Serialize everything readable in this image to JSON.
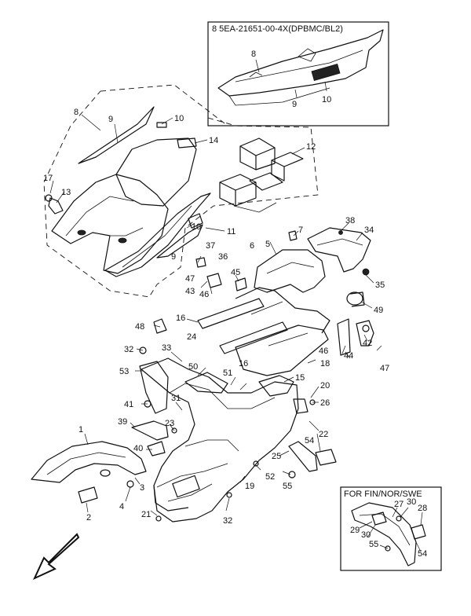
{
  "inset_top": {
    "title": "8 5EA-21651-00-4X(DPBMC/BL2)",
    "callouts": [
      "8",
      "9",
      "10"
    ]
  },
  "inset_bottom": {
    "title": "FOR FIN/NOR/SWE",
    "callouts": [
      "27",
      "30",
      "28",
      "29",
      "30",
      "55",
      "54"
    ]
  },
  "callouts": [
    "8",
    "9",
    "10",
    "14",
    "12",
    "17",
    "13",
    "11",
    "10",
    "9",
    "37",
    "36",
    "47",
    "43",
    "46",
    "6",
    "7",
    "38",
    "5",
    "34",
    "45",
    "35",
    "49",
    "48",
    "16",
    "24",
    "32",
    "33",
    "16",
    "50",
    "51",
    "46",
    "18",
    "44",
    "42",
    "47",
    "53",
    "15",
    "20",
    "41",
    "31",
    "26",
    "39",
    "23",
    "54",
    "22",
    "40",
    "1",
    "3",
    "25",
    "4",
    "52",
    "55",
    "19",
    "2",
    "21",
    "32"
  ],
  "icons": [
    "direction-arrow-icon"
  ]
}
